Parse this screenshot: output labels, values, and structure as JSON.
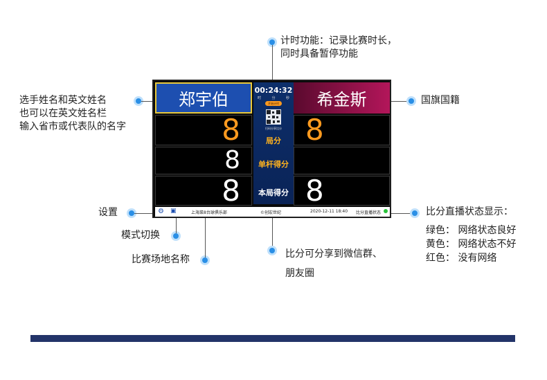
{
  "annotations": {
    "timer": "计时功能：记录比赛时长，\n同时具备暂停功能",
    "player_name": "选手姓名和英文姓名\n也可以在英文姓名栏\n输入省市或代表队的名字",
    "flag": "国旗国籍",
    "settings": "设置",
    "mode_switch": "模式切换",
    "venue_name": "比赛场地名称",
    "share": "比分可分享到微信群、\n朋友圈",
    "live_status_title": "比分直播状态显示：",
    "live_status_green": "绿色：  网络状态良好",
    "live_status_yellow": "黄色：  网络状态不好",
    "live_status_red": "红色：  没有网络"
  },
  "scoreboard": {
    "left_player": "郑宇伯",
    "right_player": "希金斯",
    "timer": "00:24:32",
    "timer_units": [
      "时",
      "分",
      "秒"
    ],
    "pause_badge": "开始计时",
    "qr_caption": "扫码分享比分",
    "frame_label": "局分",
    "break_label": "单杆得分",
    "frame_score_label": "本局得分",
    "left_frames": "8",
    "right_frames": "8",
    "left_break": "8",
    "right_break": "",
    "left_score": "8",
    "right_score": "8",
    "footer_venue": "上海菜8台球俱乐部",
    "footer_brand": "©创宏世纪",
    "footer_datetime": "2020-12-11 18:40",
    "footer_status": "比分直播状态"
  },
  "colors": {
    "left_name_bg": "#1d4fb0",
    "right_name_bg": "#a3134f",
    "score_orange": "#ff9a1f",
    "status_green": "#29c23a",
    "dot_blue": "#2a8fe6"
  }
}
